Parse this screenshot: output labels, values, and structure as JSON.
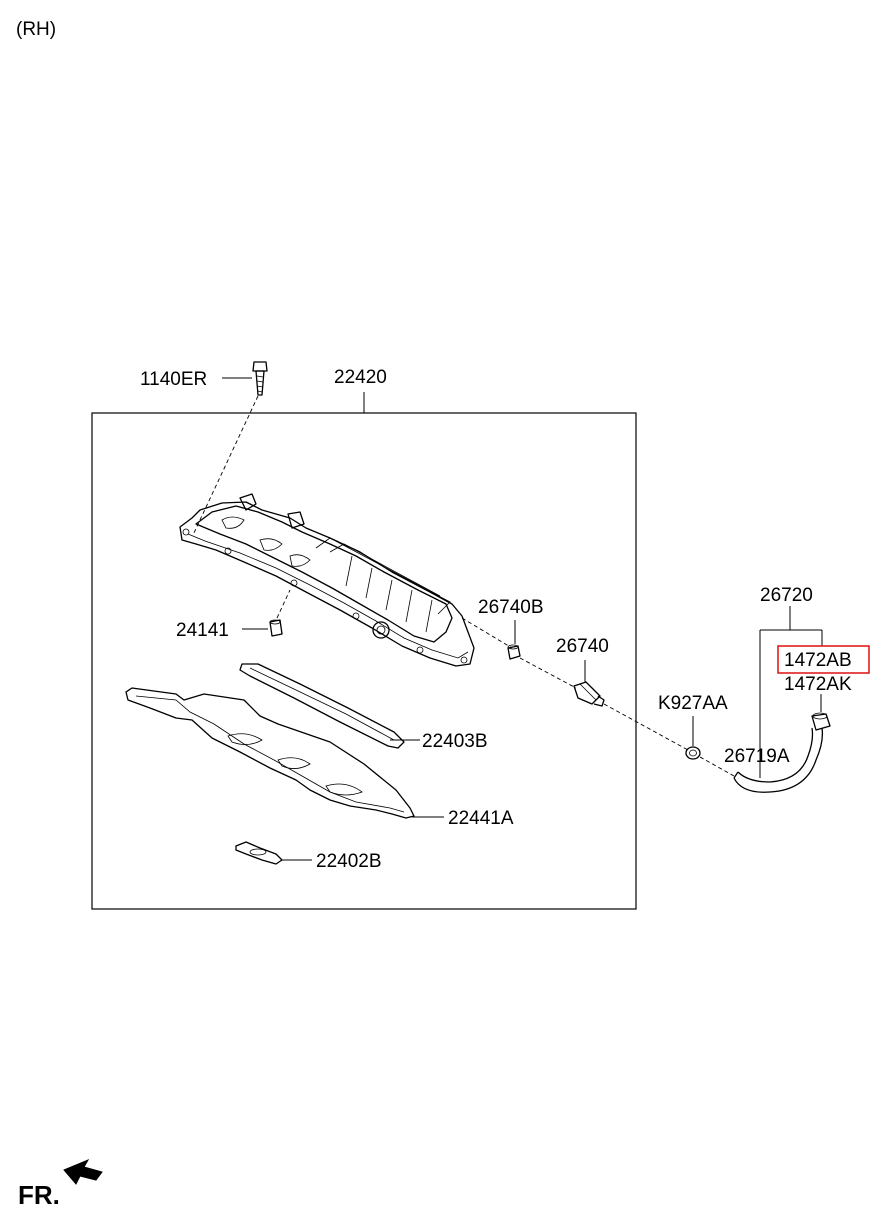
{
  "diagram": {
    "view_label": "(RH)",
    "front_label": "FR.",
    "highlight_color": "#e02020",
    "parts": {
      "bolt": "1140ER",
      "cover_assembly": "22420",
      "gasket_small": "24141",
      "plug": "26740B",
      "pcv_valve": "26740",
      "clamp": "K927AA",
      "hose_assembly": "26720",
      "hose_clamp_a": "1472AB",
      "hose_clamp_b": "1472AK",
      "hose": "26719A",
      "gasket_b": "22403B",
      "gasket_a": "22441A",
      "gasket_c": "22402B"
    }
  }
}
